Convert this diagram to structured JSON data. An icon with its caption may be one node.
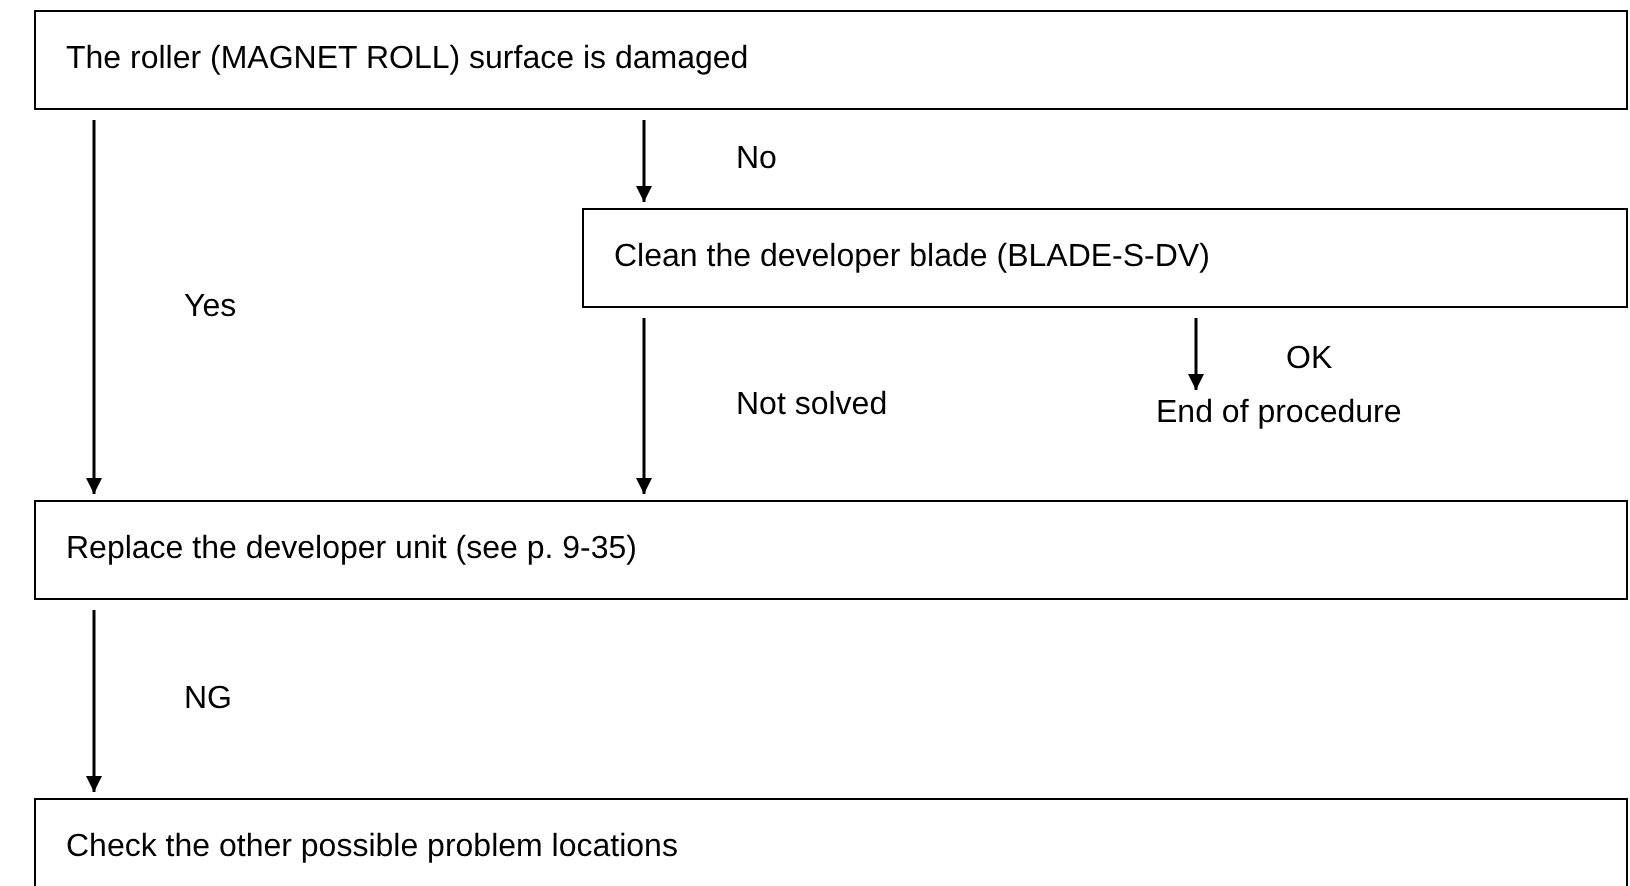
{
  "diagram": {
    "nodes": [
      {
        "text": [
          "The roller (MAGNET ROLL) surface is damaged"
        ]
      },
      {
        "text": [
          "Clean the developer blade (BLADE-S-DV)"
        ]
      },
      {
        "text": [
          "End of procedure"
        ]
      },
      {
        "text": [
          "Replace the developer unit (see p. 9-35)"
        ]
      },
      {
        "text": [
          "Check the other possible problem locations"
        ]
      }
    ],
    "edges": [
      {
        "from": 0,
        "to": 3,
        "arrow": "to",
        "label": "Yes"
      },
      {
        "from": 0,
        "to": 1,
        "arrow": "to",
        "label": "No"
      },
      {
        "from": 1,
        "to": 2,
        "arrow": "to",
        "label": "OK"
      },
      {
        "from": 1,
        "to": 3,
        "arrow": "to",
        "label": "Not solved"
      },
      {
        "from": 3,
        "to": 4,
        "arrow": "to",
        "label": "NG"
      }
    ]
  }
}
